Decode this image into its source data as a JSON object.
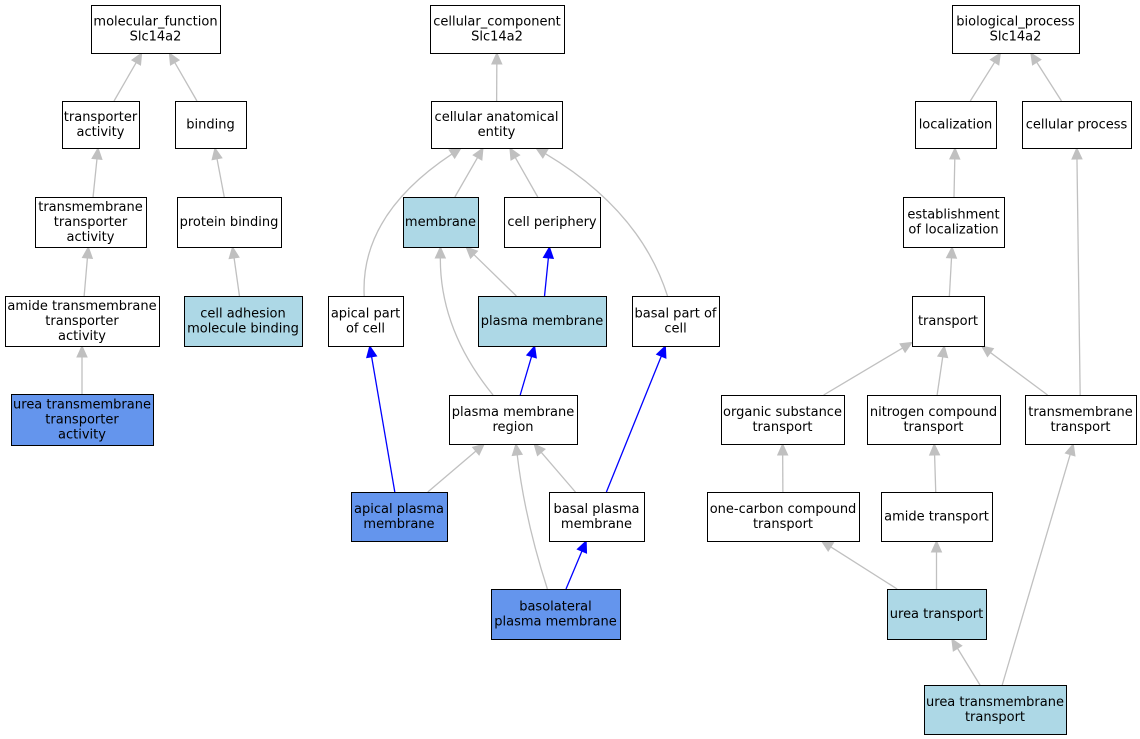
{
  "colors": {
    "plain": "#ffffff",
    "light": "#add8e6",
    "strong": "#6495ed",
    "edge_grey": "#c0c0c0",
    "edge_blue": "#0000ff"
  },
  "nodes": [
    {
      "id": "mf",
      "lines": [
        "molecular_function",
        "Slc14a2"
      ],
      "fill": "plain"
    },
    {
      "id": "ta",
      "lines": [
        "transporter",
        "activity"
      ],
      "fill": "plain"
    },
    {
      "id": "binding",
      "lines": [
        "binding"
      ],
      "fill": "plain"
    },
    {
      "id": "tta",
      "lines": [
        "transmembrane",
        "transporter",
        "activity"
      ],
      "fill": "plain"
    },
    {
      "id": "pb",
      "lines": [
        "protein binding"
      ],
      "fill": "plain"
    },
    {
      "id": "atta",
      "lines": [
        "amide transmembrane",
        "transporter",
        "activity"
      ],
      "fill": "plain"
    },
    {
      "id": "camb",
      "lines": [
        "cell adhesion",
        "molecule binding"
      ],
      "fill": "light"
    },
    {
      "id": "utta",
      "lines": [
        "urea transmembrane",
        "transporter",
        "activity"
      ],
      "fill": "strong"
    },
    {
      "id": "cc",
      "lines": [
        "cellular_component",
        "Slc14a2"
      ],
      "fill": "plain"
    },
    {
      "id": "cae",
      "lines": [
        "cellular anatomical",
        "entity"
      ],
      "fill": "plain"
    },
    {
      "id": "membrane",
      "lines": [
        "membrane"
      ],
      "fill": "light"
    },
    {
      "id": "cp",
      "lines": [
        "cell periphery"
      ],
      "fill": "plain"
    },
    {
      "id": "apc",
      "lines": [
        "apical part",
        "of cell"
      ],
      "fill": "plain"
    },
    {
      "id": "pm",
      "lines": [
        "plasma membrane"
      ],
      "fill": "light"
    },
    {
      "id": "bpc",
      "lines": [
        "basal part of",
        "cell"
      ],
      "fill": "plain"
    },
    {
      "id": "pmr",
      "lines": [
        "plasma membrane",
        "region"
      ],
      "fill": "plain"
    },
    {
      "id": "apm",
      "lines": [
        "apical plasma",
        "membrane"
      ],
      "fill": "strong"
    },
    {
      "id": "bpm",
      "lines": [
        "basal plasma",
        "membrane"
      ],
      "fill": "plain"
    },
    {
      "id": "blpm",
      "lines": [
        "basolateral",
        "plasma membrane"
      ],
      "fill": "strong"
    },
    {
      "id": "bp",
      "lines": [
        "biological_process",
        "Slc14a2"
      ],
      "fill": "plain"
    },
    {
      "id": "loc",
      "lines": [
        "localization"
      ],
      "fill": "plain"
    },
    {
      "id": "cproc",
      "lines": [
        "cellular process"
      ],
      "fill": "plain"
    },
    {
      "id": "eol",
      "lines": [
        "establishment",
        "of localization"
      ],
      "fill": "plain"
    },
    {
      "id": "transport",
      "lines": [
        "transport"
      ],
      "fill": "plain"
    },
    {
      "id": "ost",
      "lines": [
        "organic substance",
        "transport"
      ],
      "fill": "plain"
    },
    {
      "id": "nct",
      "lines": [
        "nitrogen compound",
        "transport"
      ],
      "fill": "plain"
    },
    {
      "id": "tmt",
      "lines": [
        "transmembrane",
        "transport"
      ],
      "fill": "plain"
    },
    {
      "id": "occt",
      "lines": [
        "one-carbon compound",
        "transport"
      ],
      "fill": "plain"
    },
    {
      "id": "amt",
      "lines": [
        "amide transport"
      ],
      "fill": "plain"
    },
    {
      "id": "ut",
      "lines": [
        "urea transport"
      ],
      "fill": "light"
    },
    {
      "id": "utmt",
      "lines": [
        "urea transmembrane",
        "transport"
      ],
      "fill": "light"
    }
  ],
  "edges": [
    {
      "from": "ta",
      "to": "mf",
      "color": "edge_grey"
    },
    {
      "from": "binding",
      "to": "mf",
      "color": "edge_grey"
    },
    {
      "from": "tta",
      "to": "ta",
      "color": "edge_grey"
    },
    {
      "from": "pb",
      "to": "binding",
      "color": "edge_grey"
    },
    {
      "from": "atta",
      "to": "tta",
      "color": "edge_grey"
    },
    {
      "from": "camb",
      "to": "pb",
      "color": "edge_grey"
    },
    {
      "from": "utta",
      "to": "atta",
      "color": "edge_grey"
    },
    {
      "from": "cae",
      "to": "cc",
      "color": "edge_grey"
    },
    {
      "from": "membrane",
      "to": "cae",
      "color": "edge_grey"
    },
    {
      "from": "cp",
      "to": "cae",
      "color": "edge_grey"
    },
    {
      "from": "apc",
      "to": "cae",
      "color": "edge_grey"
    },
    {
      "from": "bpc",
      "to": "cae",
      "color": "edge_grey"
    },
    {
      "from": "pm",
      "to": "membrane",
      "color": "edge_grey"
    },
    {
      "from": "pm",
      "to": "cp",
      "color": "edge_blue"
    },
    {
      "from": "pmr",
      "to": "membrane",
      "color": "edge_grey"
    },
    {
      "from": "pmr",
      "to": "pm",
      "color": "edge_blue"
    },
    {
      "from": "apm",
      "to": "apc",
      "color": "edge_blue"
    },
    {
      "from": "apm",
      "to": "pmr",
      "color": "edge_grey"
    },
    {
      "from": "bpm",
      "to": "bpc",
      "color": "edge_blue"
    },
    {
      "from": "bpm",
      "to": "pmr",
      "color": "edge_grey"
    },
    {
      "from": "blpm",
      "to": "pmr",
      "color": "edge_grey"
    },
    {
      "from": "blpm",
      "to": "bpm",
      "color": "edge_blue"
    },
    {
      "from": "loc",
      "to": "bp",
      "color": "edge_grey"
    },
    {
      "from": "cproc",
      "to": "bp",
      "color": "edge_grey"
    },
    {
      "from": "eol",
      "to": "loc",
      "color": "edge_grey"
    },
    {
      "from": "transport",
      "to": "eol",
      "color": "edge_grey"
    },
    {
      "from": "ost",
      "to": "transport",
      "color": "edge_grey"
    },
    {
      "from": "nct",
      "to": "transport",
      "color": "edge_grey"
    },
    {
      "from": "tmt",
      "to": "transport",
      "color": "edge_grey"
    },
    {
      "from": "tmt",
      "to": "cproc",
      "color": "edge_grey"
    },
    {
      "from": "occt",
      "to": "ost",
      "color": "edge_grey"
    },
    {
      "from": "amt",
      "to": "nct",
      "color": "edge_grey"
    },
    {
      "from": "ut",
      "to": "occt",
      "color": "edge_grey"
    },
    {
      "from": "ut",
      "to": "amt",
      "color": "edge_grey"
    },
    {
      "from": "utmt",
      "to": "ut",
      "color": "edge_grey"
    },
    {
      "from": "utmt",
      "to": "tmt",
      "color": "edge_grey"
    }
  ]
}
